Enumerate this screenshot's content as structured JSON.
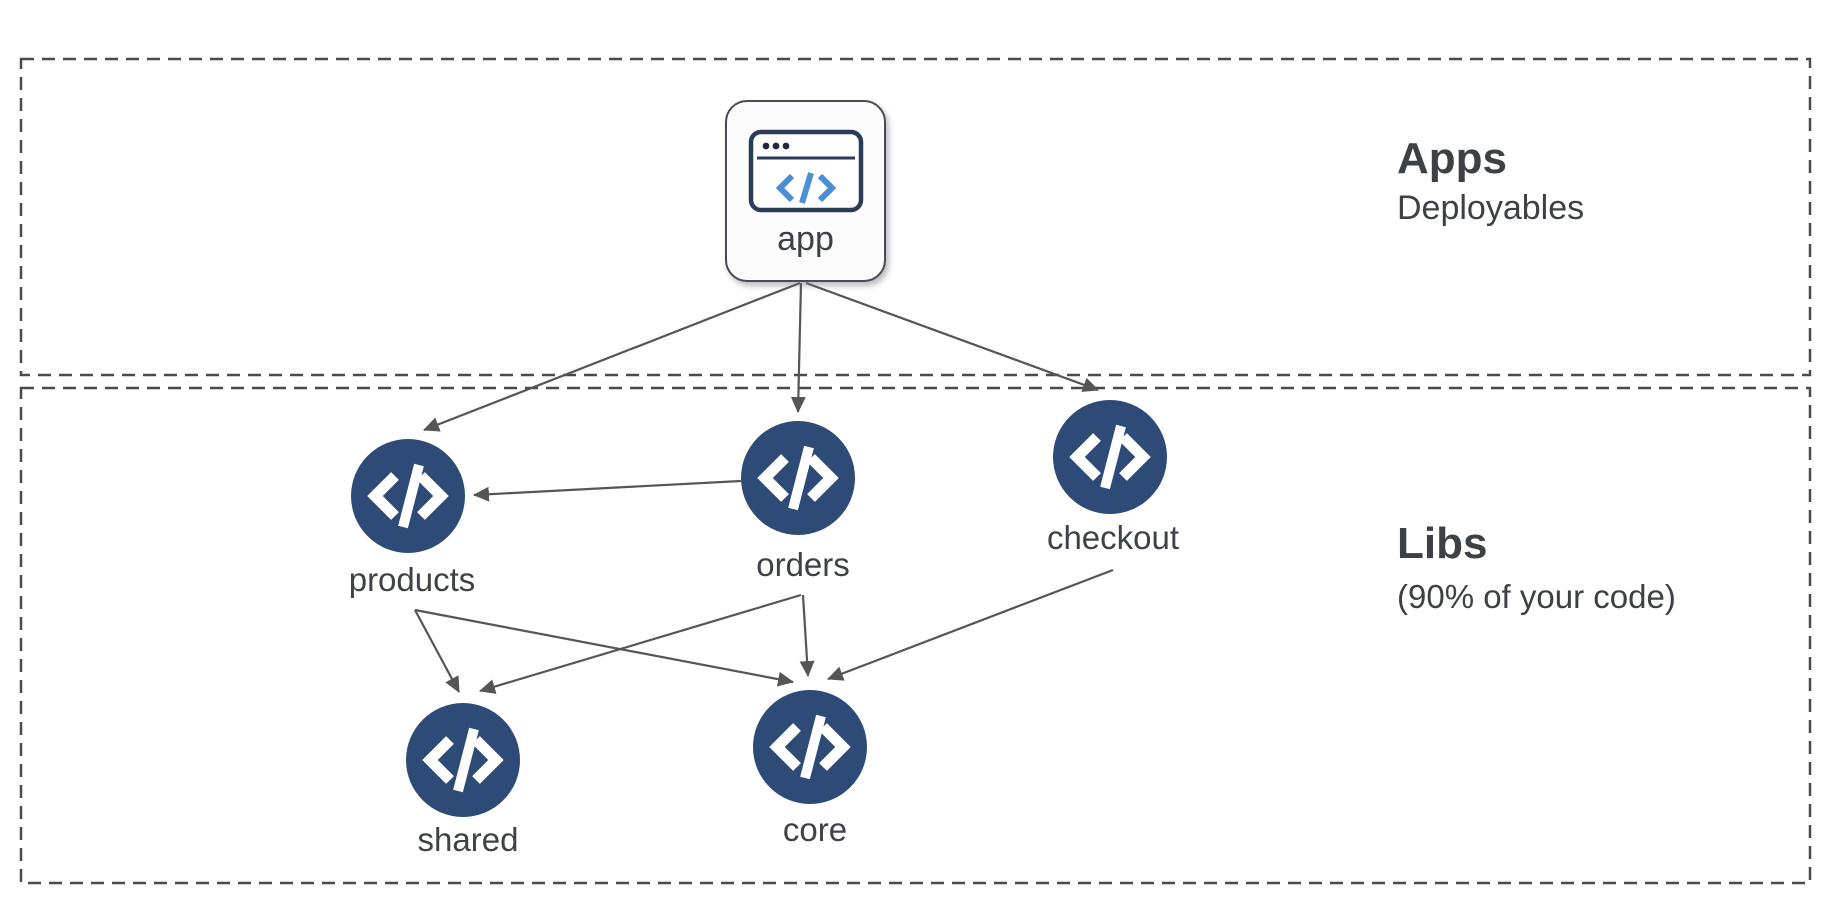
{
  "diagram": {
    "zones": [
      {
        "id": "apps",
        "title": "Apps",
        "subtitle": "Deployables"
      },
      {
        "id": "libs",
        "title": "Libs",
        "subtitle": "(90% of your code)"
      }
    ],
    "nodes": [
      {
        "id": "app",
        "label": "app",
        "type": "application",
        "zone": "apps"
      },
      {
        "id": "products",
        "label": "products",
        "type": "library",
        "zone": "libs"
      },
      {
        "id": "orders",
        "label": "orders",
        "type": "library",
        "zone": "libs"
      },
      {
        "id": "checkout",
        "label": "checkout",
        "type": "library",
        "zone": "libs"
      },
      {
        "id": "shared",
        "label": "shared",
        "type": "library",
        "zone": "libs"
      },
      {
        "id": "core",
        "label": "core",
        "type": "library",
        "zone": "libs"
      }
    ],
    "edges": [
      {
        "from": "app",
        "to": "products"
      },
      {
        "from": "app",
        "to": "orders"
      },
      {
        "from": "app",
        "to": "checkout"
      },
      {
        "from": "orders",
        "to": "products"
      },
      {
        "from": "products",
        "to": "shared"
      },
      {
        "from": "products",
        "to": "core"
      },
      {
        "from": "orders",
        "to": "shared"
      },
      {
        "from": "orders",
        "to": "core"
      },
      {
        "from": "checkout",
        "to": "core"
      }
    ],
    "colors": {
      "node_fill": "#2d4b76",
      "node_glyph": "#ffffff",
      "arrow": "#555555",
      "zone_border": "#4a4a4a",
      "text": "#3d4045",
      "app_icon_outline": "#2a3c58",
      "app_icon_code_blue": "#4b8fd5",
      "card_background": "#fcfcfd"
    }
  }
}
